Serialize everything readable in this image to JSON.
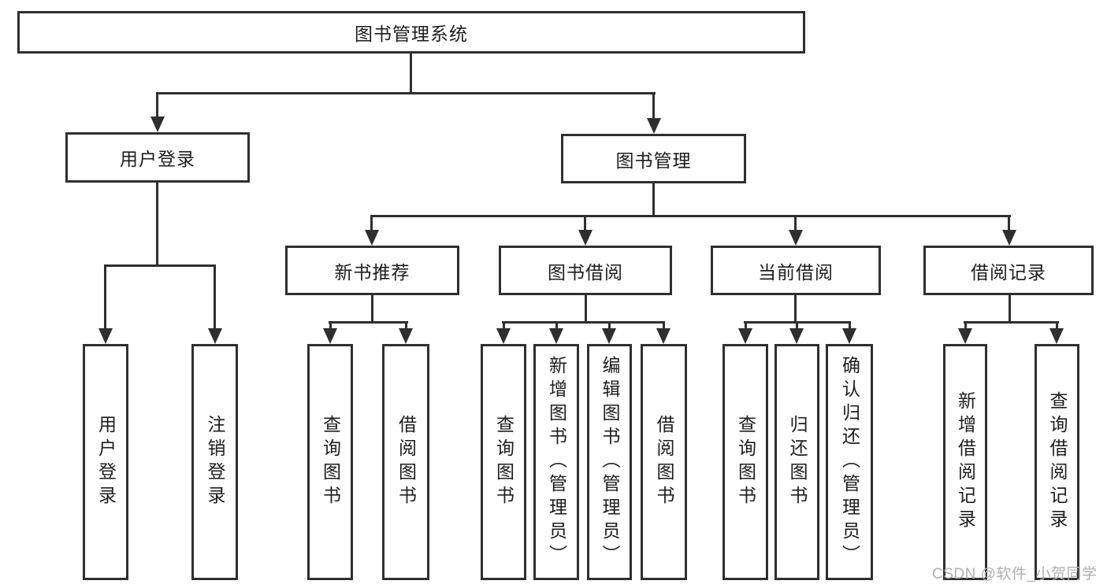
{
  "diagram": {
    "root_label": "图书管理系统",
    "user_login": {
      "label": "用户登录",
      "children": [
        "用户登录",
        "注销登录"
      ]
    },
    "book_management": {
      "label": "图书管理",
      "groups": [
        {
          "label": "新书推荐",
          "children": [
            "查询图书",
            "借阅图书"
          ]
        },
        {
          "label": "图书借阅",
          "children": [
            "查询图书",
            "新增图书（管理员）",
            "编辑图书（管理员）",
            "借阅图书"
          ]
        },
        {
          "label": "当前借阅",
          "children": [
            "查询图书",
            "归还图书",
            "确认归还（管理员）"
          ]
        },
        {
          "label": "借阅记录",
          "children": [
            "新增借阅记录",
            "查询借阅记录"
          ]
        }
      ]
    }
  },
  "watermark": {
    "text": "CSDN @软件_小贺同学",
    "color": "#b0b0b0"
  },
  "colors": {
    "line": "#2f2f2f",
    "text": "#1d1d1d",
    "background": "#ffffff"
  }
}
